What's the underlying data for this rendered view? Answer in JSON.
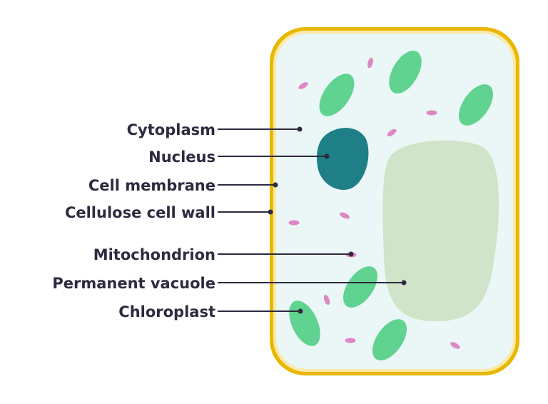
{
  "colors": {
    "cell_wall": "#e8b800",
    "cell_membrane": "#fce9a8",
    "cytoplasm": "#eaf7f6",
    "nucleus": "#1e7f86",
    "vacuole": "#cfe4c8",
    "chloroplast": "#5fd38f",
    "mitochondrion": "#dd88c4",
    "label_text": "#2e2a3f"
  },
  "labels": {
    "cytoplasm": "Cytoplasm",
    "nucleus": "Nucleus",
    "cell_membrane": "Cell membrane",
    "cellulose_cell_wall": "Cellulose cell wall",
    "mitochondrion": "Mitochondrion",
    "permanent_vacuole": "Permanent vacuole",
    "chloroplast": "Chloroplast"
  }
}
